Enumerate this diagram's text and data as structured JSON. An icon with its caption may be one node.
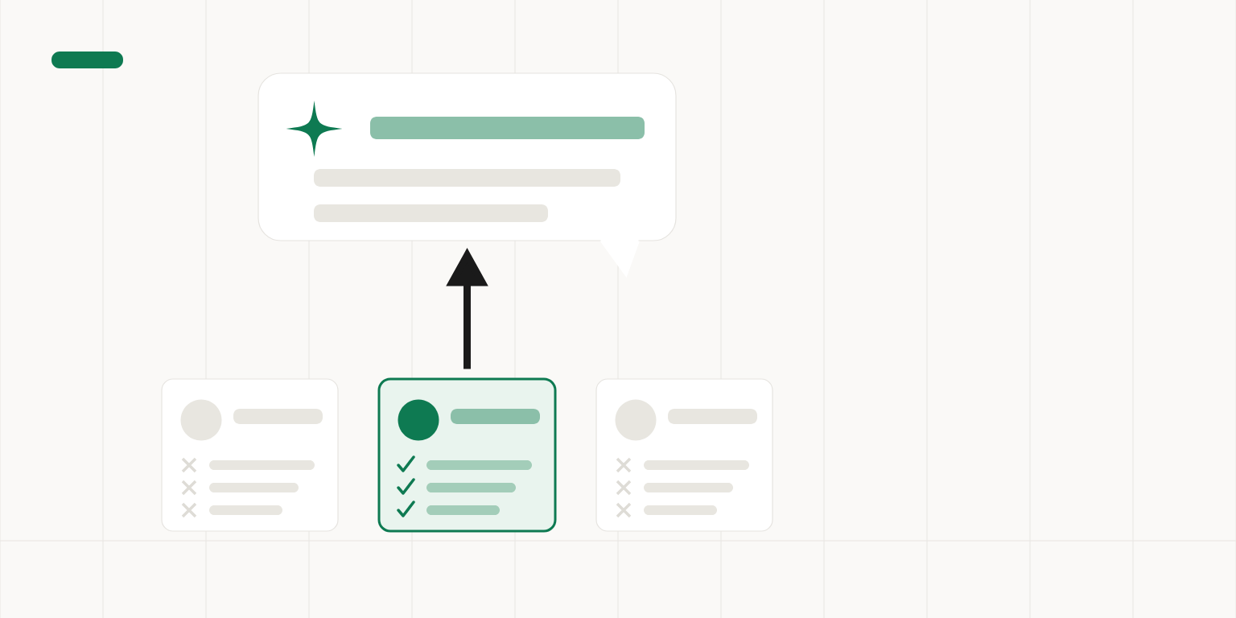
{
  "diagram": {
    "nodes": [
      {
        "text": [],
        "shape": "bubble"
      },
      {
        "text": [],
        "shape": "box"
      },
      {
        "text": [],
        "shape": "box"
      },
      {
        "text": [],
        "shape": "box"
      }
    ],
    "edges": [
      {
        "from": 2,
        "to": 0,
        "arrow": "to"
      }
    ]
  }
}
